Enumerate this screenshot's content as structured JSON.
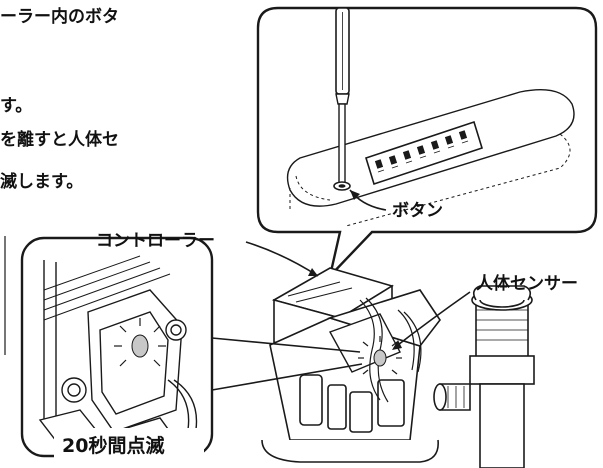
{
  "instructions": {
    "line1": "ーラー内のボタ",
    "line2": "す。",
    "line3": "を離すと人体セ",
    "line4": "滅します。"
  },
  "labels": {
    "button": "ボタン",
    "controller": "コントローラー",
    "human_sensor": "人体センサー",
    "blink_20s": "20秒間点滅"
  },
  "colors": {
    "line": "#1a1a1a",
    "sensor_glow": "#c8c8c8"
  }
}
